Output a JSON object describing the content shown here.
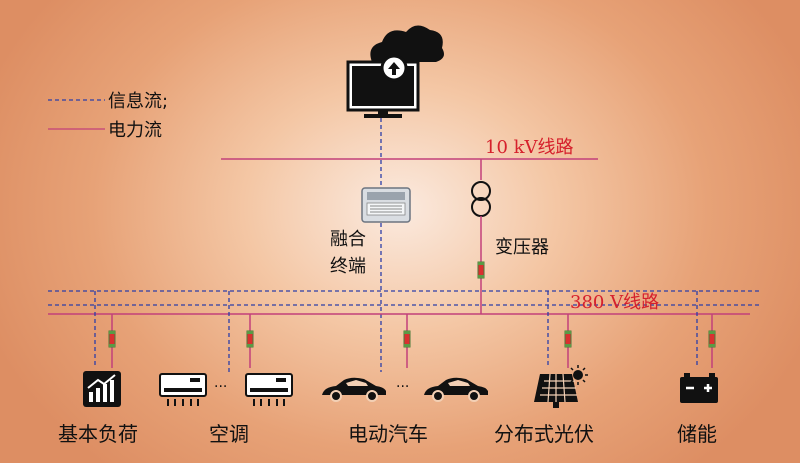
{
  "legend": {
    "info_flow": "信息流;",
    "power_flow": "电力流"
  },
  "lines": {
    "kv10": "10 kV线路",
    "v380": "380 V线路"
  },
  "nodes": {
    "fusion_terminal_line1": "融合",
    "fusion_terminal_line2": "终端",
    "transformer": "变压器"
  },
  "loads": {
    "basic_load": "基本负荷",
    "air_conditioner": "空调",
    "electric_vehicle": "电动汽车",
    "distributed_pv": "分布式光伏",
    "storage": "储能"
  },
  "ellipsis": "···",
  "colors": {
    "power_line": "#c2407a",
    "info_line": "#2c3ea8",
    "line_label": "#d6202c",
    "breaker": "#d93030"
  },
  "icons": {
    "cloud": "cloud-monitor-icon",
    "terminal": "fusion-terminal-icon",
    "transformer": "transformer-icon",
    "chart": "chart-icon",
    "ac": "air-conditioner-icon",
    "car": "car-icon",
    "pv": "solar-panel-icon",
    "battery": "battery-icon"
  }
}
